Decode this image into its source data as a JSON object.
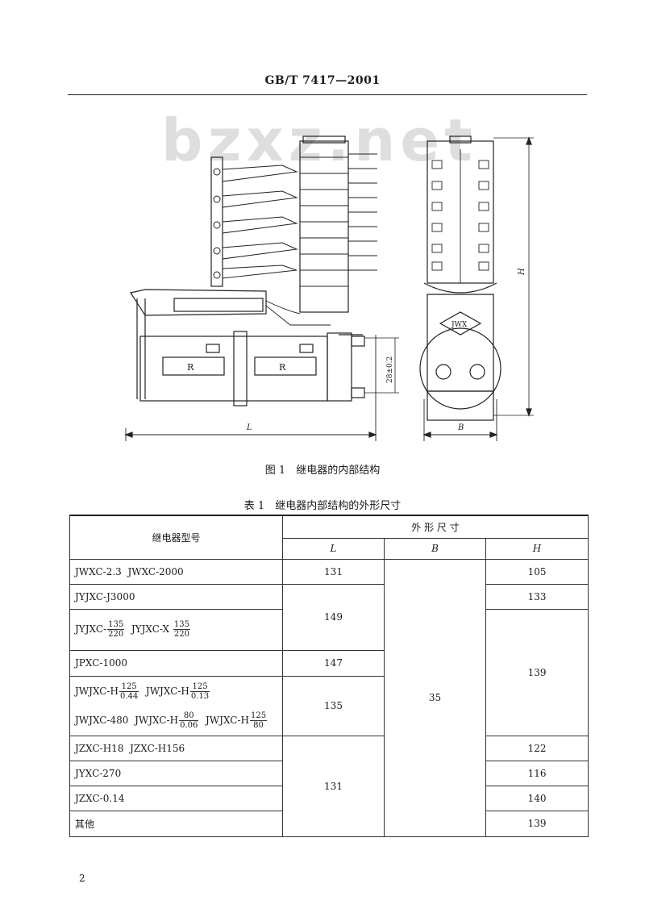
{
  "header": {
    "standard": "GB/T 7417—2001"
  },
  "watermark": "bzxz.net",
  "figure": {
    "caption": "图 1　继电器的内部结构",
    "labels": {
      "r1": "R",
      "r2": "R",
      "dim_28": "28±0.2",
      "dim_L": "L",
      "dim_B": "B",
      "dim_H": "H",
      "badge": "JWX"
    }
  },
  "table": {
    "caption": "表 1　继电器内部结构的外形尺寸",
    "header_model": "继电器型号",
    "header_group": "外 形 尺 寸",
    "col_L": "L",
    "col_B": "B",
    "col_H": "H",
    "rows": {
      "r1": {
        "a": "JWXC-2.3",
        "b": "JWXC-2000"
      },
      "r2": "JYJXC-J3000",
      "r3": {
        "p1": "JYJXC-",
        "f1n": "135",
        "f1d": "220",
        "p2": "JYJXC-X",
        "f2n": "135",
        "f2d": "220"
      },
      "r4": "JPXC-1000",
      "r5": {
        "p1": "JWJXC-H",
        "f1n": "125",
        "f1d": "0.44",
        "p2": "JWJXC-H",
        "f2n": "125",
        "f2d": "0.13"
      },
      "r6": {
        "p1": "JWJXC-480",
        "p2": "JWJXC-H",
        "f1n": "80",
        "f1d": "0.06",
        "p3": "JWJXC-H",
        "f2n": "125",
        "f2d": "80"
      },
      "r7": {
        "a": "JZXC-H18",
        "b": "JZXC-H156"
      },
      "r8": "JYXC-270",
      "r9": "JZXC-0.14",
      "r10": "其他"
    },
    "L_values": {
      "g1": "131",
      "g2": "149",
      "g3": "147",
      "g4": "135",
      "g5": "131"
    },
    "B_value": "35",
    "H_values": {
      "h1": "105",
      "h2": "133",
      "h3": "139",
      "h4": "122",
      "h5": "116",
      "h6": "140",
      "h7": "139"
    }
  },
  "page_number": "2"
}
